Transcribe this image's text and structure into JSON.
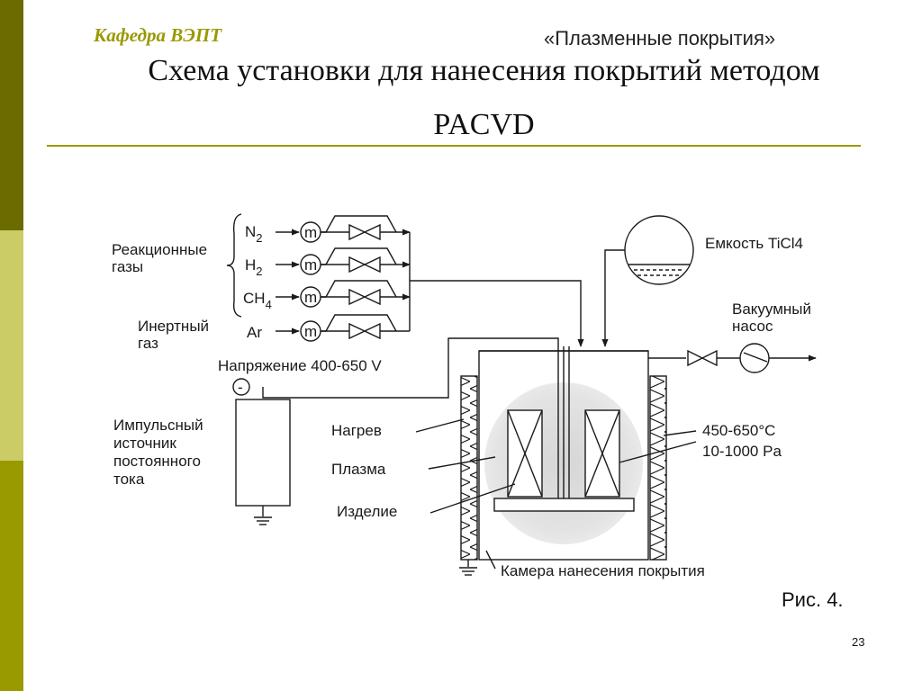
{
  "header": {
    "department": "Кафедра ВЭПТ",
    "course": "«Плазменные покрытия»",
    "title_line1": "Схема установки для нанесения покрытий методом",
    "title_line2": "PACVD"
  },
  "diagram": {
    "reaction_gases_line1": "Реакционные",
    "reaction_gases_line2": "газы",
    "inert_gas_line1": "Инертный",
    "inert_gas_line2": "газ",
    "gases": [
      {
        "symbol": "N",
        "subscript": "2"
      },
      {
        "symbol": "H",
        "subscript": "2"
      },
      {
        "symbol": "CH",
        "subscript": "4"
      },
      {
        "symbol": "Ar",
        "subscript": ""
      }
    ],
    "flowmeter_symbol": "m",
    "tank_label": "Емкость TiCl4",
    "vacuum_line1": "Вакуумный",
    "vacuum_line2": "насос",
    "voltage_label": "Напряжение 400-650 V",
    "minus_sign": "-",
    "power_line1": "Импульсный",
    "power_line2": "источник",
    "power_line3": "постоянного",
    "power_line4": "тока",
    "heating_label": "Нагрев",
    "plasma_label": "Плазма",
    "product_label": "Изделие",
    "temperature_label": "450-650°C",
    "pressure_label": "10-1000 Pa",
    "chamber_label": "Камера нанесения покрытия"
  },
  "footer": {
    "figure_label": "Рис. 4.",
    "page_number": "23"
  }
}
